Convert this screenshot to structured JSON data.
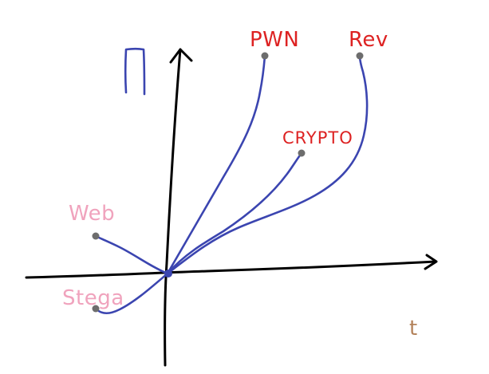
{
  "axes": {
    "y_symbol": "Π",
    "x_symbol": "t"
  },
  "categories": [
    {
      "key": "pwn",
      "label": "PWN"
    },
    {
      "key": "rev",
      "label": "Rev"
    },
    {
      "key": "crypto",
      "label": "CRYPTO"
    },
    {
      "key": "web",
      "label": "Web"
    },
    {
      "key": "stega",
      "label": "Stega"
    }
  ],
  "colors": {
    "axis": "#000000",
    "curve": "#3b45b0",
    "label_red": "#dd2222",
    "label_pink": "#f0a3bd",
    "y_symbol": "#3b45b0",
    "x_symbol": "#b3825a",
    "endpoint": "#6d6d6d"
  }
}
